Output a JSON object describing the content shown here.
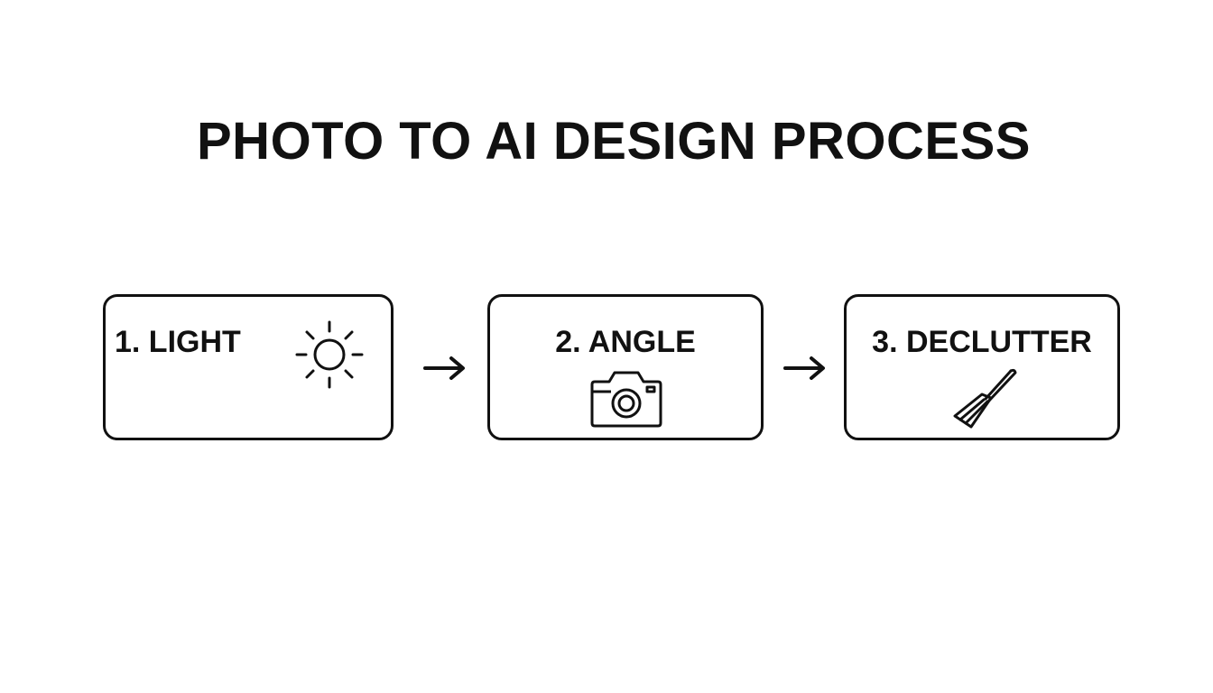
{
  "title": "PHOTO TO AI DESIGN PROCESS",
  "steps": [
    {
      "label": "1. LIGHT",
      "icon": "sun-icon"
    },
    {
      "label": "2. ANGLE",
      "icon": "camera-icon"
    },
    {
      "label": "3. DECLUTTER",
      "icon": "broom-icon"
    }
  ],
  "connectors": [
    "arrow-right-icon",
    "arrow-right-icon"
  ],
  "colors": {
    "stroke": "#111111",
    "background": "#ffffff"
  }
}
